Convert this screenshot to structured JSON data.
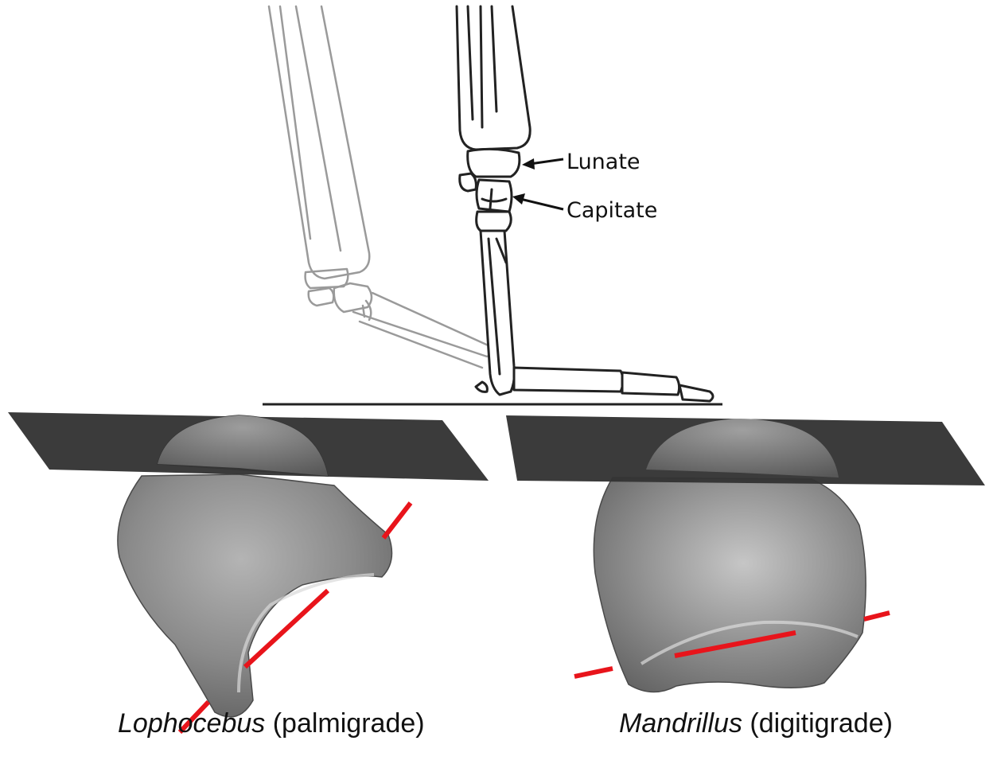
{
  "labels": {
    "lunate": "Lunate",
    "capitate": "Capitate"
  },
  "captions": {
    "left": {
      "genus": "Lophocebus",
      "posture": "(palmigrade)"
    },
    "right": {
      "genus": "Mandrillus",
      "posture": "(digitigrade)"
    }
  },
  "colors": {
    "axis_line": "#e8141b",
    "plane": "#333333",
    "bone": "#8c8c8c",
    "outline_dark": "#222222",
    "outline_faded": "#9a9a9a"
  }
}
